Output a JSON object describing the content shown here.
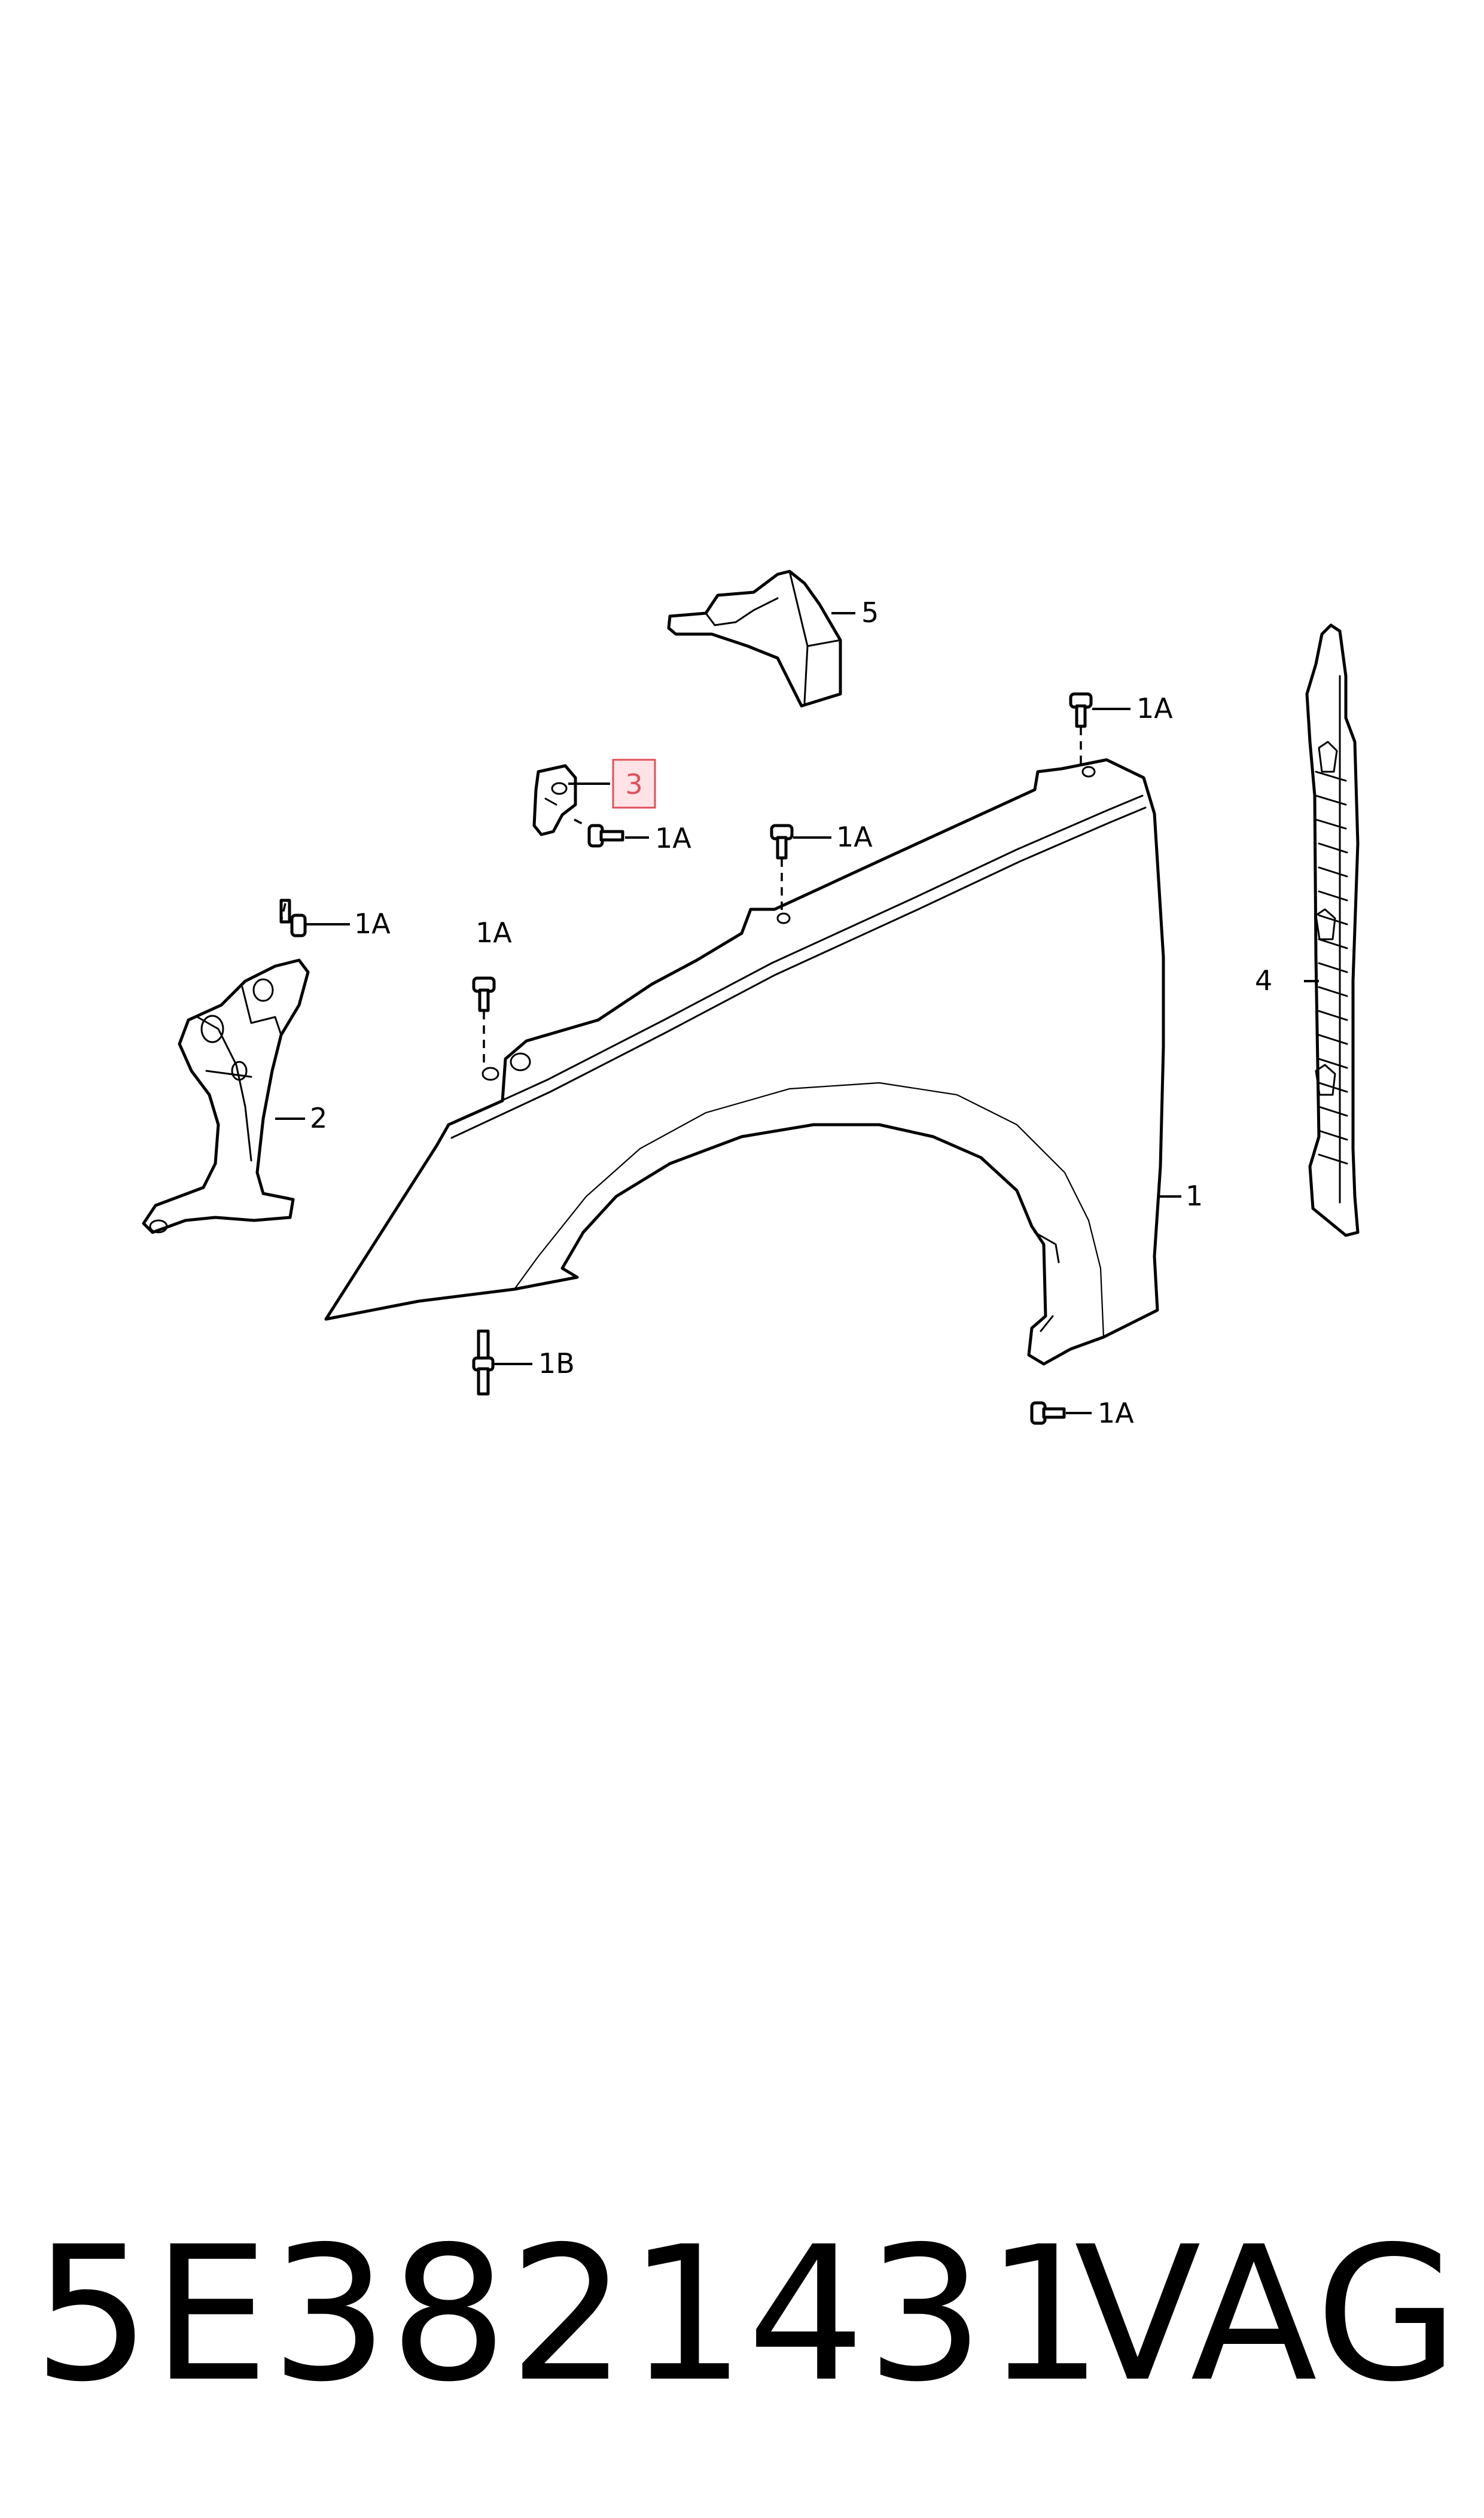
{
  "callouts": {
    "part_1": "1",
    "part_2": "2",
    "part_3": "3",
    "part_4": "4",
    "part_5": "5",
    "bolt_1a": "1A",
    "bolt_1b": "1B"
  },
  "highlight_color": "#e0505a",
  "footer": {
    "part_number": "5E3821431",
    "brand": "VAG"
  }
}
